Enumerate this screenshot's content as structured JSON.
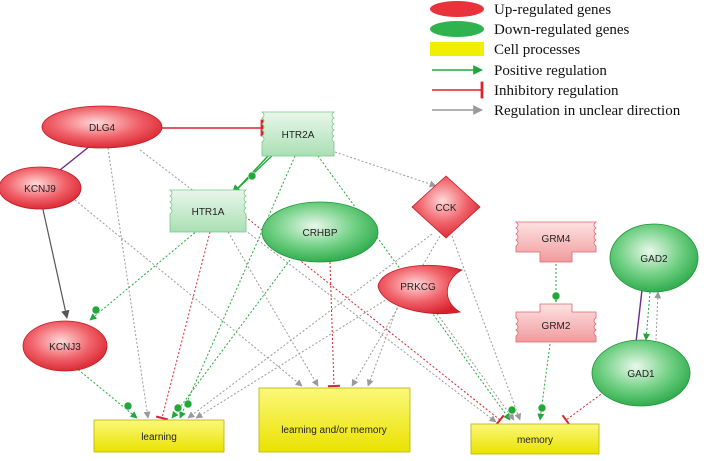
{
  "legend": {
    "up": "Up-regulated genes",
    "down": "Down-regulated genes",
    "cell": "Cell processes",
    "positive": "Positive regulation",
    "inhibitory": "Inhibitory regulation",
    "unclear": "Regulation in unclear direction"
  },
  "nodes": {
    "dlg4": "DLG4",
    "kcnj9": "KCNJ9",
    "kcnj3": "KCNJ3",
    "htr2a": "HTR2A",
    "htr1a": "HTR1A",
    "crhbp": "CRHBP",
    "cck": "CCK",
    "prkcg": "PRKCG",
    "grm4": "GRM4",
    "grm2": "GRM2",
    "gad2": "GAD2",
    "gad1": "GAD1"
  },
  "processes": {
    "learning": "learning",
    "learning_memory": "learning and/or memory",
    "memory": "memory"
  },
  "colors": {
    "up": "#e8323c",
    "down": "#2fb34e",
    "cell": "#f2ee00",
    "positive": "#22a83a",
    "inhibitory": "#d9242b",
    "unclear": "#9a9a9a"
  }
}
